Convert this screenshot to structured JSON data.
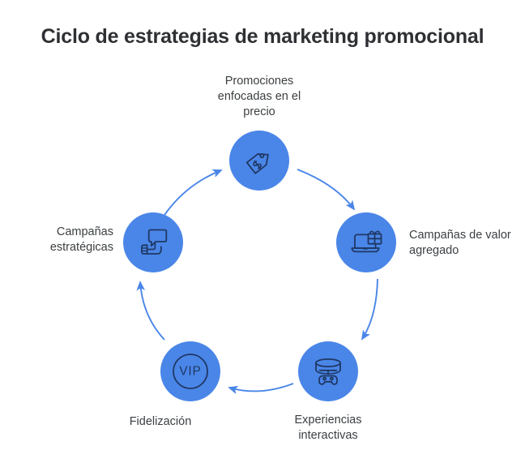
{
  "page": {
    "title": "Ciclo de estrategias de marketing promocional",
    "background_color": "#ffffff",
    "accent_color": "#4a86e8",
    "icon_stroke_color": "#1f3864",
    "arrow_color": "#4a86e8",
    "text_color": "#3c4043"
  },
  "diagram": {
    "type": "cycle",
    "direction": "clockwise",
    "node_count": 5,
    "nodes": [
      {
        "id": "price",
        "position": "top",
        "label": "Promociones\nenfocadas en el\nprecio",
        "icon": "price-tag-icon",
        "order": 1
      },
      {
        "id": "value",
        "position": "right",
        "label": "Campañas de valor\nagregado",
        "icon": "laptop-gift-icon",
        "order": 2
      },
      {
        "id": "experience",
        "position": "bottom-right",
        "label": "Experiencias\ninteractivas",
        "icon": "vr-headset-gamepad-icon",
        "order": 3
      },
      {
        "id": "loyalty",
        "position": "bottom-left",
        "label": "Fidelización",
        "icon": "vip-badge-icon",
        "icon_text": "VIP",
        "order": 4
      },
      {
        "id": "strategic",
        "position": "left",
        "label": "Campañas\nestratégicas",
        "icon": "hand-speech-bubble-icon",
        "order": 5
      }
    ],
    "arrows": [
      {
        "id": "arrow-strategic-to-price",
        "from": "strategic",
        "to": "price"
      },
      {
        "id": "arrow-price-to-value",
        "from": "price",
        "to": "value"
      },
      {
        "id": "arrow-value-to-experience",
        "from": "value",
        "to": "experience"
      },
      {
        "id": "arrow-experience-to-loyalty",
        "from": "experience",
        "to": "loyalty"
      },
      {
        "id": "arrow-loyalty-to-strategic",
        "from": "loyalty",
        "to": "strategic"
      }
    ]
  }
}
